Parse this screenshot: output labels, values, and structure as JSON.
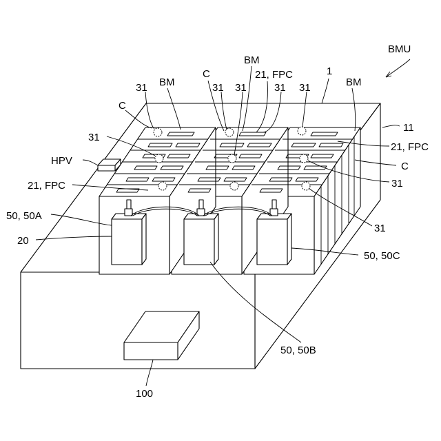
{
  "labels": {
    "bmu": "BMU",
    "n1": "1",
    "n11": "11",
    "bm_left": "BM",
    "bm_center": "BM",
    "bm_right": "BM",
    "c_top": "C",
    "c_left": "C",
    "c_right": "C",
    "fpc_top": "21, FPC",
    "fpc_left": "21, FPC",
    "fpc_right": "21, FPC",
    "n31_top_a": "31",
    "n31_top_b": "31",
    "n31_top_c": "31",
    "n31_top_d": "31",
    "n31_top_e": "31",
    "n31_left": "31",
    "n31_right_a": "31",
    "n31_right_b": "31",
    "hpv": "HPV",
    "n50a": "50, 50A",
    "n20": "20",
    "n50c": "50, 50C",
    "n50b": "50, 50B",
    "n100": "100"
  }
}
